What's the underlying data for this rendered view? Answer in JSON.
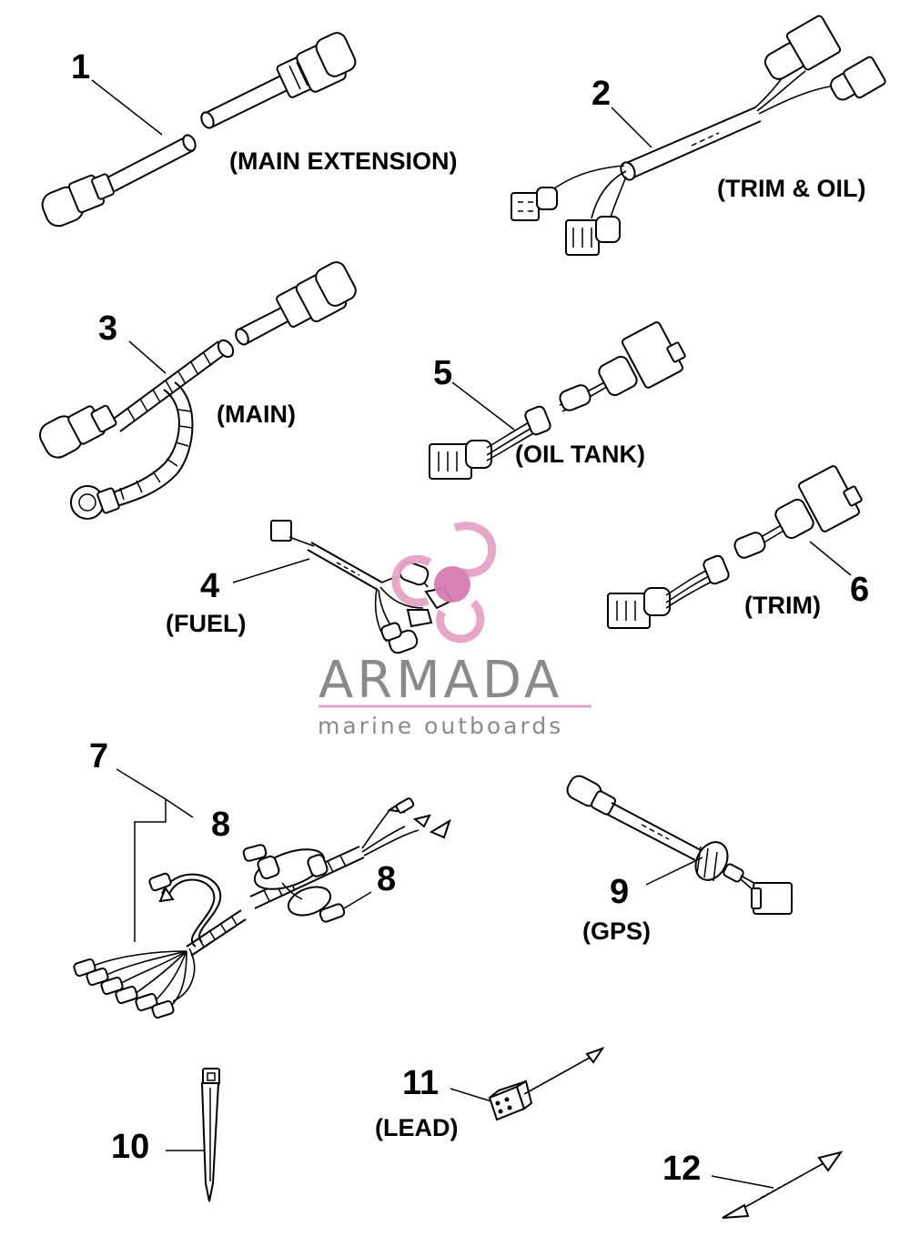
{
  "parts": [
    {
      "number": "1",
      "caption": "(MAIN EXTENSION)"
    },
    {
      "number": "2",
      "caption": "(TRIM & OIL)"
    },
    {
      "number": "3",
      "caption": "(MAIN)"
    },
    {
      "number": "4",
      "caption": "(FUEL)"
    },
    {
      "number": "5",
      "caption": "(OIL TANK)"
    },
    {
      "number": "6",
      "caption": "(TRIM)"
    },
    {
      "number": "7",
      "caption": ""
    },
    {
      "number": "8",
      "caption": ""
    },
    {
      "number": "8",
      "caption": ""
    },
    {
      "number": "9",
      "caption": "(GPS)"
    },
    {
      "number": "10",
      "caption": ""
    },
    {
      "number": "11",
      "caption": "(LEAD)"
    },
    {
      "number": "12",
      "caption": ""
    }
  ],
  "watermark": {
    "title": "ARMADA",
    "subtitle": "marine outboards",
    "colors": {
      "text": "#8a8a8a",
      "accent": "#e5a3c6",
      "accent_dark": "#d67db0"
    }
  }
}
